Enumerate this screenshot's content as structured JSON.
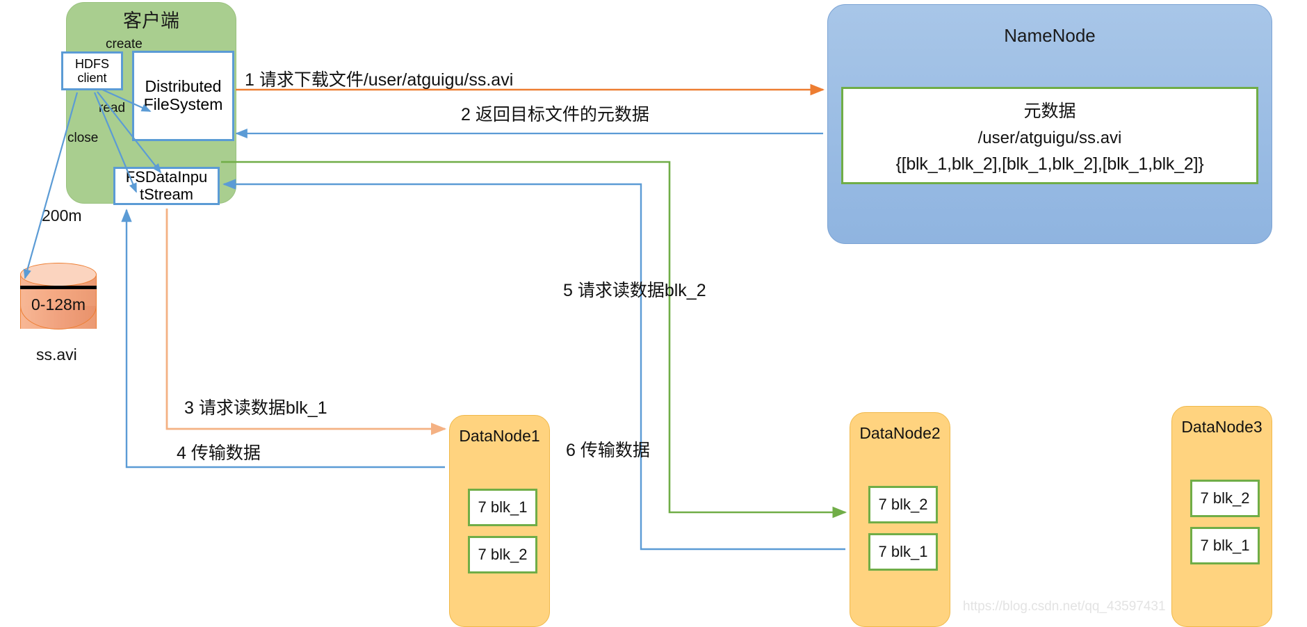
{
  "diagram": {
    "title_hidden": "HDFS read (download) data flow",
    "watermark": "https://blog.csdn.net/qq_43597431"
  },
  "client": {
    "title": "客户端",
    "hdfs_client": "HDFS\nclient",
    "hdfs_client_line1": "HDFS",
    "hdfs_client_line2": "client",
    "distributed_fs_line1": "Distributed",
    "distributed_fs_line2": "FileSystem",
    "fsdatainputstream_line1": "FSDataInpu",
    "fsdatainputstream_line2": "tStream",
    "edge_create": "create",
    "edge_read": "read",
    "edge_close": "close"
  },
  "source_file": {
    "size_label": "200m",
    "block_label": "0-128m",
    "name": "ss.avi"
  },
  "namenode": {
    "title": "NameNode",
    "metadata_title": "元数据",
    "metadata_path": "/user/atguigu/ss.avi",
    "metadata_blocks": "{[blk_1,blk_2],[blk_1,blk_2],[blk_1,blk_2]}"
  },
  "datanodes": [
    {
      "title": "DataNode1",
      "blocks": [
        "7 blk_1",
        "7 blk_2"
      ]
    },
    {
      "title": "DataNode2",
      "blocks": [
        "7 blk_2",
        "7 blk_1"
      ]
    },
    {
      "title": "DataNode3",
      "blocks": [
        "7 blk_2",
        "7 blk_1"
      ]
    }
  ],
  "steps": [
    {
      "id": "1",
      "label": "1 请求下载文件/user/atguigu/ss.avi",
      "color": "#ed7d31"
    },
    {
      "id": "2",
      "label": "2 返回目标文件的元数据",
      "color": "#5b9bd5"
    },
    {
      "id": "3",
      "label": "3 请求读数据blk_1",
      "color": "#f4b183"
    },
    {
      "id": "4",
      "label": "4 传输数据",
      "color": "#5b9bd5"
    },
    {
      "id": "5",
      "label": "5 请求读数据blk_2",
      "color": "#70ad47"
    },
    {
      "id": "6",
      "label": "6 传输数据",
      "color": "#5b9bd5"
    }
  ],
  "colors": {
    "client_green": "#a9ce8f",
    "namenode_blue": "#9cbde4",
    "datanode_orange": "#ffd37f",
    "block_border_green": "#70ad47",
    "box_border_blue": "#5b9bd5",
    "arrow_orange": "#ed7d31",
    "cylinder_orange": "#f5a983"
  }
}
